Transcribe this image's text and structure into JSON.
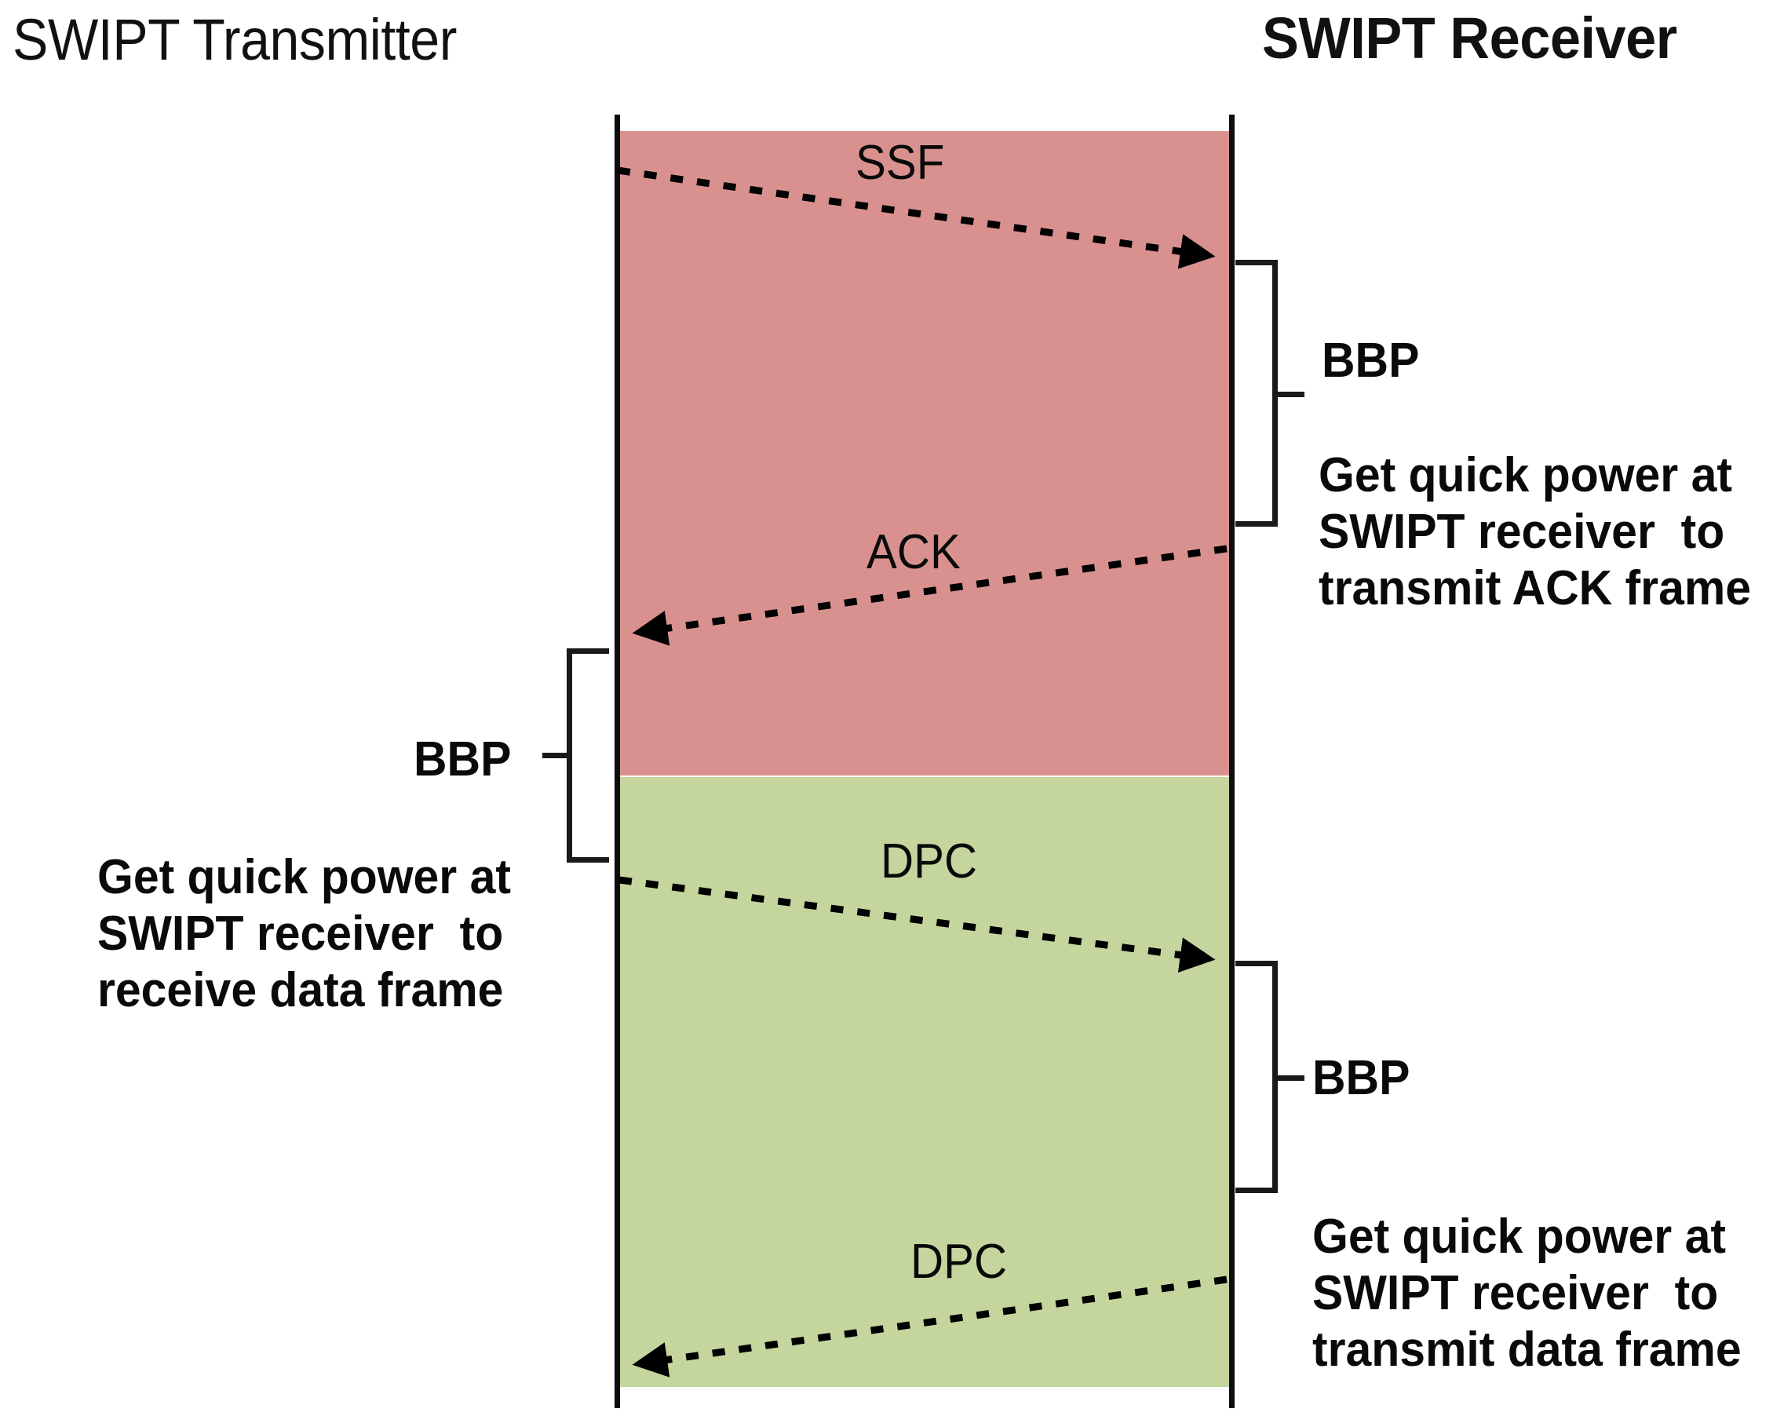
{
  "diagram": {
    "type": "sequence-diagram",
    "title_left": "SWIPT Transmitter",
    "title_right": "SWIPT Receiver",
    "colors": {
      "phase_one_band": "#d9918f",
      "phase_two_band": "#c4d69e",
      "lifeline": "#0d0d0d",
      "text": "#0a0a0a"
    },
    "participants": [
      {
        "id": "transmitter",
        "label": "SWIPT Transmitter"
      },
      {
        "id": "receiver",
        "label": "SWIPT Receiver"
      }
    ],
    "phases": [
      {
        "id": "control-phase",
        "color": "#d9918f"
      },
      {
        "id": "data-phase",
        "color": "#c4d69e"
      }
    ],
    "messages": [
      {
        "id": "ssf",
        "label": "SSF",
        "from": "transmitter",
        "to": "receiver",
        "style": "dotted"
      },
      {
        "id": "ack",
        "label": "ACK",
        "from": "receiver",
        "to": "transmitter",
        "style": "dotted"
      },
      {
        "id": "dpc1",
        "label": "DPC",
        "from": "transmitter",
        "to": "receiver",
        "style": "dotted"
      },
      {
        "id": "dpc2",
        "label": "DPC",
        "from": "receiver",
        "to": "transmitter",
        "style": "dotted"
      }
    ],
    "annotations": [
      {
        "id": "receiver-bbp-ack",
        "side": "right",
        "bbp_label": "BBP",
        "note": "Get quick power at\nSWIPT receiver  to\ntransmit ACK frame"
      },
      {
        "id": "transmitter-bbp-data",
        "side": "left",
        "bbp_label": "BBP",
        "note": "Get quick power at\nSWIPT receiver  to\nreceive data frame"
      },
      {
        "id": "receiver-bbp-data",
        "side": "right",
        "bbp_label": "BBP",
        "note": "Get quick power at\nSWIPT receiver  to\ntransmit data frame"
      }
    ]
  }
}
